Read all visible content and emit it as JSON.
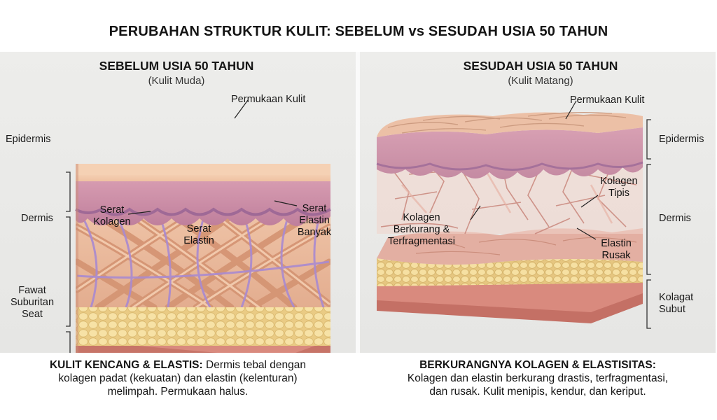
{
  "title": "PERUBAHAN STRUKTUR KULIT: SEBELUM vs SESUDAH USIA 50 TAHUN",
  "before": {
    "title": "SEBELUM USIA 50 TAHUN",
    "subtitle": "(Kulit Muda)",
    "labels": {
      "surface": "Permukaan Kulit",
      "epidermis": "Epidermis",
      "dermis": "Dermis",
      "fat_1": "Fawat",
      "fat_2": "Suburitan",
      "fat_3": "Seat",
      "collagen_1": "Serat",
      "collagen_2": "Kolagen",
      "elastin_1": "Serat",
      "elastin_2": "Elastin",
      "elastin_many_1": "Serat",
      "elastin_many_2": "Elastin",
      "elastin_many_3": "Banyak"
    },
    "caption_heading": "KULIT KENCANG & ELASTIS:",
    "caption_text": "Dermis tebal dengan",
    "caption_line2": "kolagen padat (kekuatan) dan elastin (kelenturan)",
    "caption_line3": "melimpah. Permukaan halus."
  },
  "after": {
    "title": "SESUDAH USIA 50 TAHUN",
    "subtitle": "(Kulit Matang)",
    "labels": {
      "surface": "Permukaan Kulit",
      "epidermis": "Epidermis",
      "dermis": "Dermis",
      "fat_1": "Kolagat",
      "fat_2": "Subut",
      "thin_collagen_1": "Kolagen",
      "thin_collagen_2": "Tipis",
      "reduced_1": "Kolagen",
      "reduced_2": "Berkurang &",
      "reduced_3": "Terfragmentasi",
      "damaged_elastin_1": "Elastin",
      "damaged_elastin_2": "Rusak"
    },
    "caption_heading": "BERKURANGNYA KOLAGEN & ELASTISITAS:",
    "caption_line2": "Kolagen dan elastin berkurang drastis, terfragmentasi,",
    "caption_line3": "dan rusak. Kulit menipis, kendur, dan keriput."
  },
  "colors": {
    "surface": "#f3c7a8",
    "epidermis": "#c98aa2",
    "dermis_young": "#e9b99a",
    "elastin": "#a98ad0",
    "fat": "#f3dc9a",
    "base": "#d98a7e"
  }
}
